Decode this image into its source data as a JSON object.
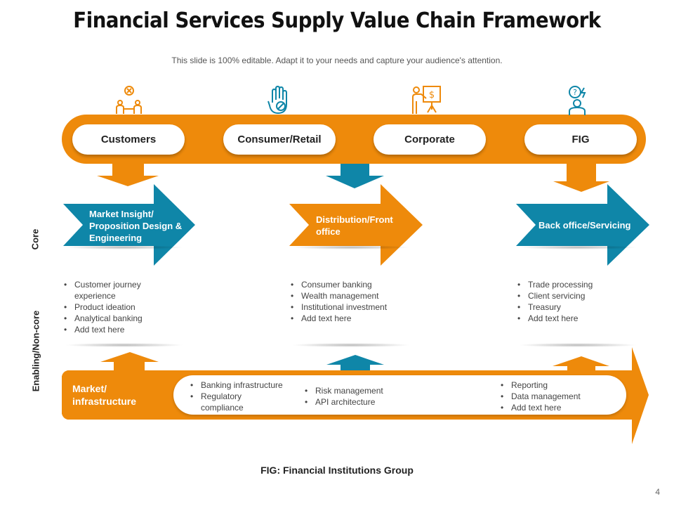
{
  "title": "Financial Services Supply Value Chain Framework",
  "subtitle": "This slide is 100% editable. Adapt it to your needs and capture your audience's attention.",
  "colors": {
    "orange": "#EE8A0B",
    "blue": "#0F86A8"
  },
  "segments": [
    {
      "label": "Customers",
      "icon": "customer-meeting-icon"
    },
    {
      "label": "Consumer/Retail",
      "icon": "hand-stop-icon"
    },
    {
      "label": "Corporate",
      "icon": "presentation-dollar-icon"
    },
    {
      "label": "FIG",
      "icon": "person-question-icon"
    }
  ],
  "side_labels": {
    "core": "Core",
    "enabling": "Enabling/Non-core"
  },
  "core_stages": [
    {
      "label": "Market Insight/ Proposition Design & Engineering",
      "color": "blue",
      "bullets": [
        "Customer journey experience",
        "Product ideation",
        "Analytical banking",
        "Add text here"
      ]
    },
    {
      "label": "Distribution/Front office",
      "color": "orange",
      "bullets": [
        "Consumer banking",
        "Wealth management",
        "Institutional investment",
        "Add text here"
      ]
    },
    {
      "label": "Back office/Servicing",
      "color": "blue",
      "bullets": [
        "Trade processing",
        "Client servicing",
        "Treasury",
        "Add text here"
      ]
    }
  ],
  "infrastructure": {
    "label": "Market/ infrastructure",
    "groups": [
      [
        "Banking infrastructure",
        "Regulatory compliance"
      ],
      [
        "Risk management",
        "API architecture"
      ],
      [
        "Reporting",
        "Data management",
        "Add text here"
      ]
    ]
  },
  "footnote": "FIG: Financial Institutions Group",
  "page_number": "4"
}
